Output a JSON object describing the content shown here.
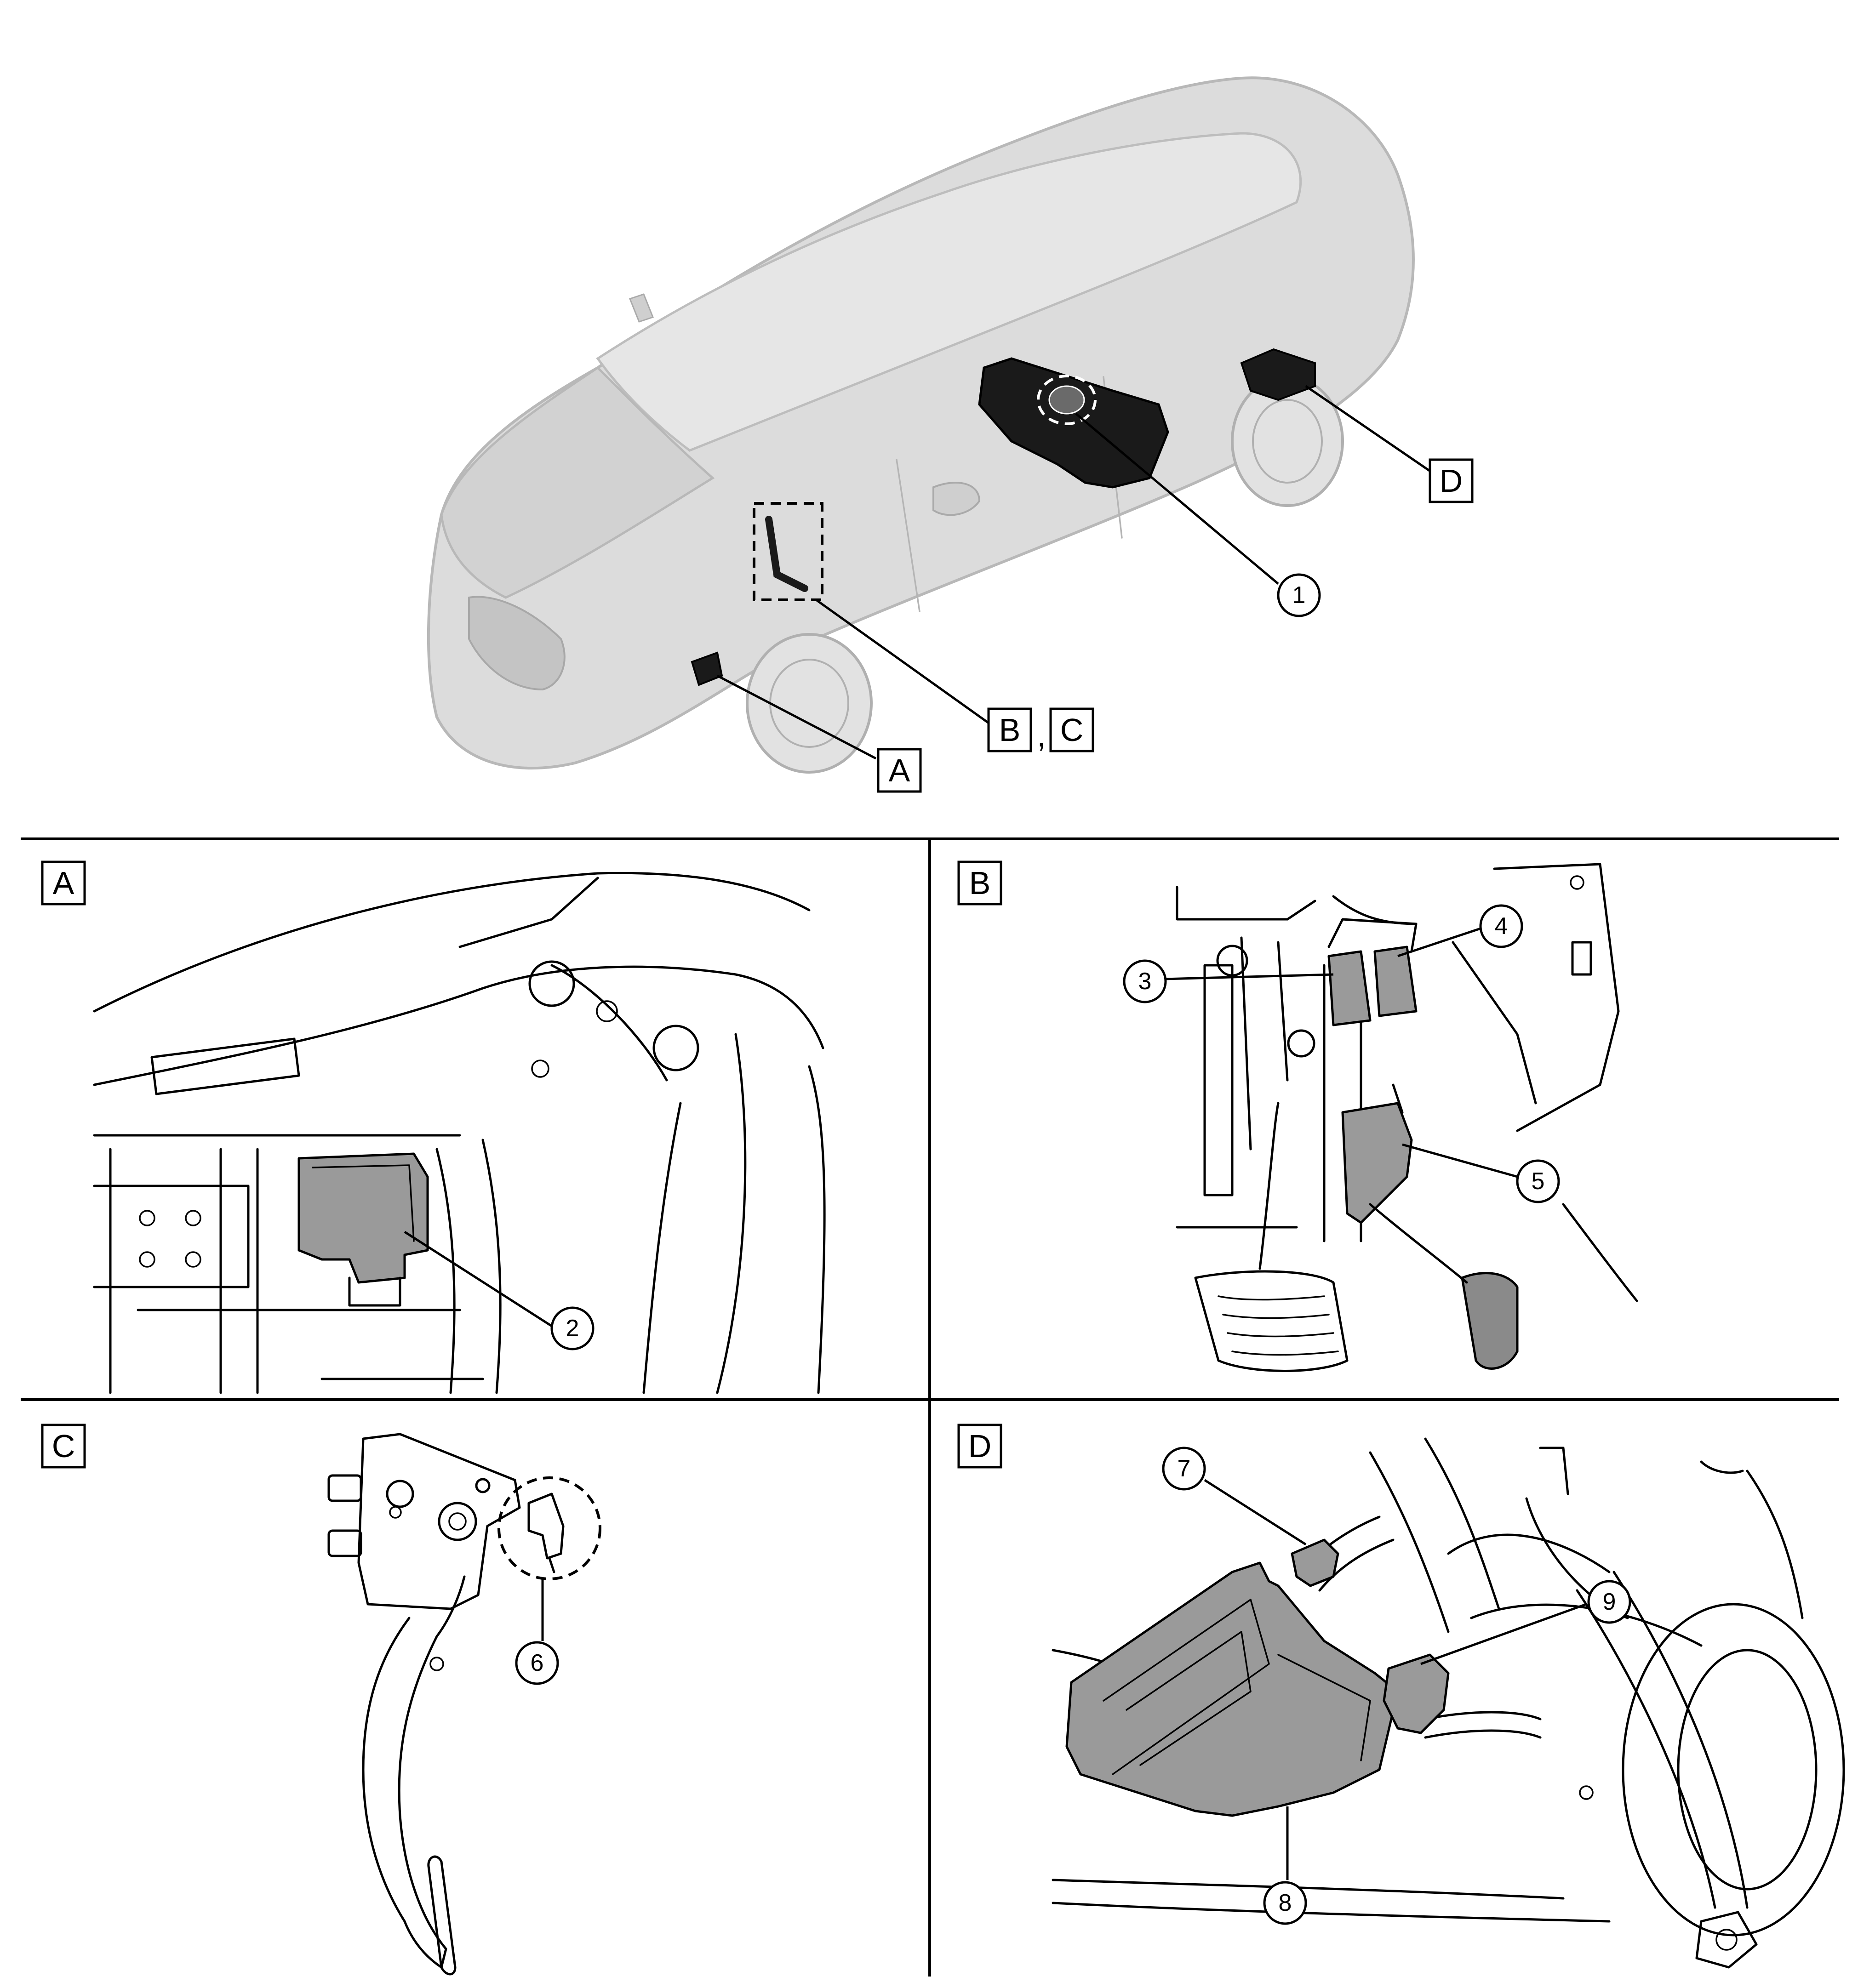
{
  "overview": {
    "callouts": {
      "A": "A",
      "B": "B",
      "comma": ",",
      "C": "C",
      "D": "D",
      "n1": "1"
    }
  },
  "panels": {
    "A": {
      "label": "A",
      "callouts": [
        "2"
      ]
    },
    "B": {
      "label": "B",
      "callouts": [
        "3",
        "4",
        "5"
      ]
    },
    "C": {
      "label": "C",
      "callouts": [
        "6"
      ]
    },
    "D": {
      "label": "D",
      "callouts": [
        "7",
        "8",
        "9"
      ]
    }
  },
  "colors": {
    "car_body": "#dcdcdc",
    "component_dark": "#1a1a1a",
    "component_gray": "#9a9a9a",
    "line": "#000000"
  }
}
